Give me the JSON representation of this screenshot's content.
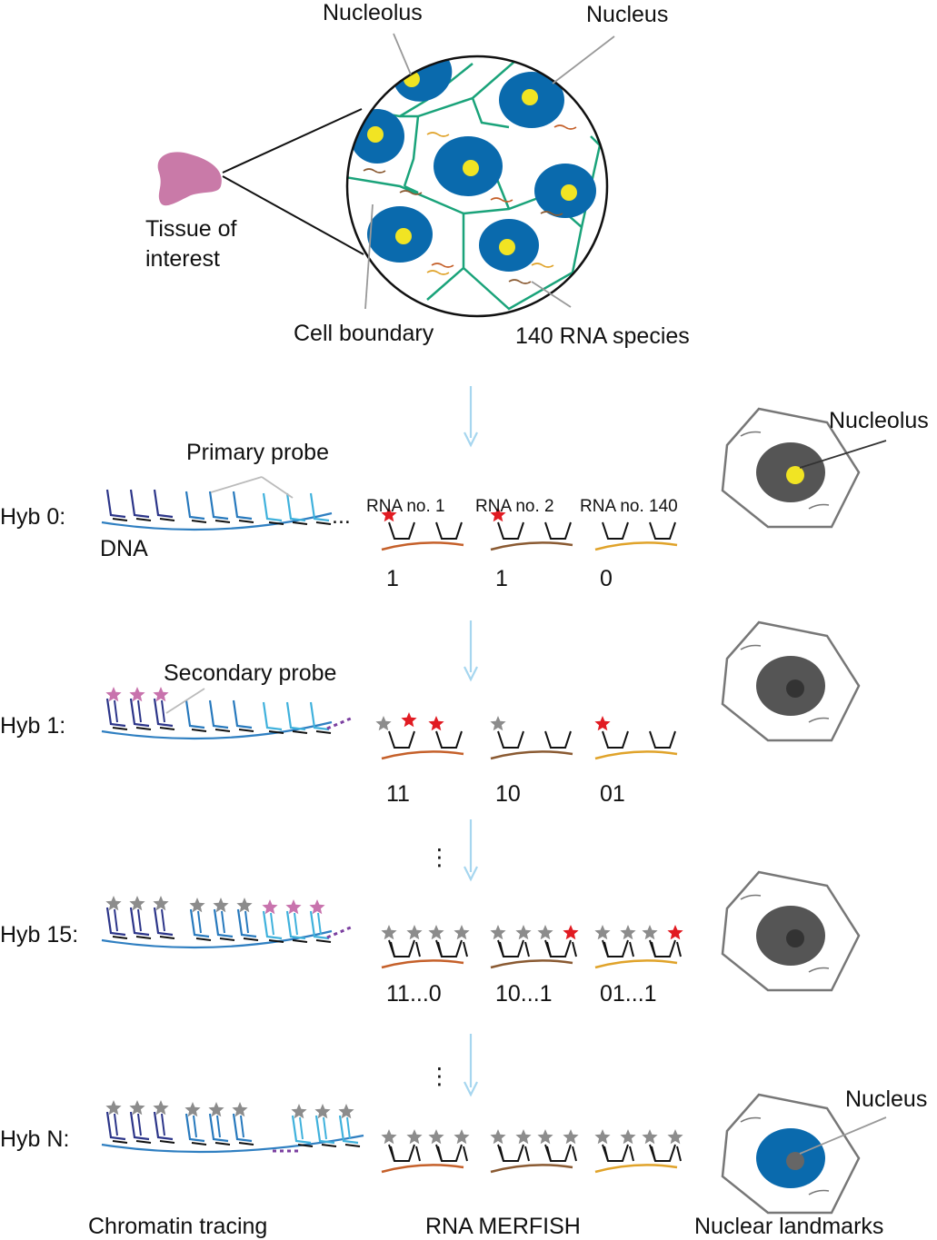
{
  "overview": {
    "nucleolus_label": "Nucleolus",
    "nucleus_label": "Nucleus",
    "tissue_label_line1": "Tissue of",
    "tissue_label_line2": "interest",
    "cell_boundary_label": "Cell boundary",
    "rna_species_label": "140 RNA species"
  },
  "rounds": [
    {
      "label": "Hyb 0:",
      "codes": [
        "1",
        "1",
        "0"
      ]
    },
    {
      "label": "Hyb 1:",
      "codes": [
        "11",
        "10",
        "01"
      ]
    },
    {
      "label": "Hyb 15:",
      "codes": [
        "11...0",
        "10...1",
        "01...1"
      ]
    },
    {
      "label": "Hyb N:",
      "codes": [
        "",
        "",
        ""
      ]
    }
  ],
  "annotations": {
    "primary_probe": "Primary probe",
    "secondary_probe": "Secondary probe",
    "dna": "DNA",
    "rna_names": [
      "RNA no. 1",
      "RNA no. 2",
      "RNA no. 140"
    ],
    "nucleolus_right": "Nucleolus",
    "nucleus_right": "Nucleus",
    "ellipsis": "⋮"
  },
  "columns": {
    "chromatin": "Chromatin tracing",
    "merfish": "RNA MERFISH",
    "landmarks": "Nuclear landmarks"
  },
  "colors": {
    "tissue": "#c97aa8",
    "nucleus": "#0a6aad",
    "nucleolus": "#f1e423",
    "boundary": "#1aa37a",
    "dna": "#2f7fc1",
    "probe_dark": "#2c3589",
    "probe_mid": "#2779bd",
    "probe_light": "#3fb1dc",
    "arrow": "#a6d6ef",
    "star_red": "#e11b22",
    "star_gray": "#8c8c8c",
    "star_pink": "#c873ad",
    "rna1": "#c5602a",
    "rna2": "#8a5a32",
    "rna140": "#e0a32a",
    "gray_nucleus": "#555555",
    "gray_nucleolus": "#333333",
    "dots": "#7b3fa0"
  }
}
